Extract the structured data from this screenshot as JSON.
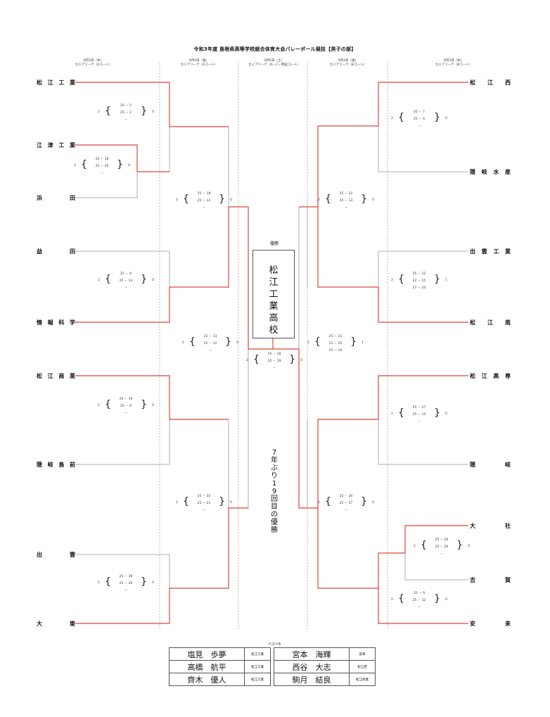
{
  "title": "令和3年度 島根県高等学校総合体育大会バレーボール競技【男子の部】",
  "columns": [
    {
      "date": "6月3日（木）",
      "venue": "カミアリーナ（Aコート）"
    },
    {
      "date": "6月4日（金）",
      "venue": "カミアリーナ（Aコート）"
    },
    {
      "date": "6月5日（土）",
      "venue": "カミアリーナ（A・C・特設コート）"
    },
    {
      "date": "6月4日（金）",
      "venue": "カミアリーナ（Bコート）"
    },
    {
      "date": "6月3日（木）",
      "venue": "カミアリーナ（Bコート）"
    }
  ],
  "teams_left": [
    "松江工業",
    "江津工業",
    "浜田",
    "益田",
    "情報科学",
    "松江商業",
    "隠岐島前",
    "出雲",
    "大東"
  ],
  "teams_right": [
    "松江西",
    "隠岐水産",
    "出雲工業",
    "松江南",
    "松江高専",
    "隠岐",
    "大社",
    "吉賀",
    "安来"
  ],
  "scores": [
    {
      "id": "l1",
      "sets_left": "2",
      "sets_right": "0",
      "r1": "25 － 5",
      "r2": "25 － 2",
      "r3": "－"
    },
    {
      "id": "l2",
      "sets_left": "2",
      "sets_right": "0",
      "r1": "25 － 18",
      "r2": "25 － 20",
      "r3": "－"
    },
    {
      "id": "l3",
      "sets_left": "2",
      "sets_right": "0",
      "r1": "25 － 9",
      "r2": "25 － 13",
      "r3": "－"
    },
    {
      "id": "l4",
      "sets_left": "2",
      "sets_right": "0",
      "r1": "25 － 19",
      "r2": "25 － 9",
      "r3": "－"
    },
    {
      "id": "l5",
      "sets_left": "2",
      "sets_right": "0",
      "r1": "25 － 18",
      "r2": "25 － 20",
      "r3": "－"
    },
    {
      "id": "lq1",
      "sets_left": "2",
      "sets_right": "0",
      "r1": "25 － 18",
      "r2": "25 － 12",
      "r3": "－"
    },
    {
      "id": "lq2",
      "sets_left": "2",
      "sets_right": "0",
      "r1": "25 － 13",
      "r2": "25 － 12",
      "r3": "－"
    },
    {
      "id": "lq3",
      "sets_left": "2",
      "sets_right": "0",
      "r1": "25 － 22",
      "r2": "25 － 21",
      "r3": "－"
    },
    {
      "id": "final",
      "sets_left": "2",
      "sets_right": "0",
      "r1": "25 － 18",
      "r2": "25 － 19",
      "r3": "－"
    },
    {
      "id": "rq1",
      "sets_left": "2",
      "sets_right": "0",
      "r1": "25 － 22",
      "r2": "25 － 13",
      "r3": "－"
    },
    {
      "id": "rq2",
      "sets_left": "2",
      "sets_right": "1",
      "r1": "25 － 23",
      "r2": "12 － 25",
      "r3": "25 － 14"
    },
    {
      "id": "rq3",
      "sets_left": "2",
      "sets_right": "0",
      "r1": "25 － 20",
      "r2": "25 － 17",
      "r3": "－"
    },
    {
      "id": "r1",
      "sets_left": "2",
      "sets_right": "0",
      "r1": "25 － 7",
      "r2": "25 － 4",
      "r3": "－"
    },
    {
      "id": "r2",
      "sets_left": "2",
      "sets_right": "1",
      "r1": "25 － 22",
      "r2": "22 － 25",
      "r3": "27 － 25"
    },
    {
      "id": "r3",
      "sets_left": "2",
      "sets_right": "0",
      "r1": "25 － 17",
      "r2": "25 － 15",
      "r3": "－"
    },
    {
      "id": "r4",
      "sets_left": "2",
      "sets_right": "0",
      "r1": "25 － 20",
      "r2": "25 － 20",
      "r3": "－"
    },
    {
      "id": "r5",
      "sets_left": "2",
      "sets_right": "0",
      "r1": "25 － 9",
      "r2": "25 － 12",
      "r3": "－"
    }
  ],
  "champion": {
    "label": "優勝",
    "name": "松江工業高校"
  },
  "note": "7年ぶり19回目の優勝",
  "best6": {
    "label": "ベスト6",
    "players": [
      {
        "name": "塩見　歩夢",
        "school": "松江工業"
      },
      {
        "name": "宮本　海輝",
        "school": "安来"
      },
      {
        "name": "高橋　航平",
        "school": "松江工業"
      },
      {
        "name": "西谷　大志",
        "school": "松江西"
      },
      {
        "name": "齊木　優人",
        "school": "松江工業"
      },
      {
        "name": "駒月　結良",
        "school": "松江商業"
      }
    ]
  },
  "colors": {
    "winner_line": "#d9463a",
    "loser_line": "#999999",
    "divider": "#888888"
  }
}
